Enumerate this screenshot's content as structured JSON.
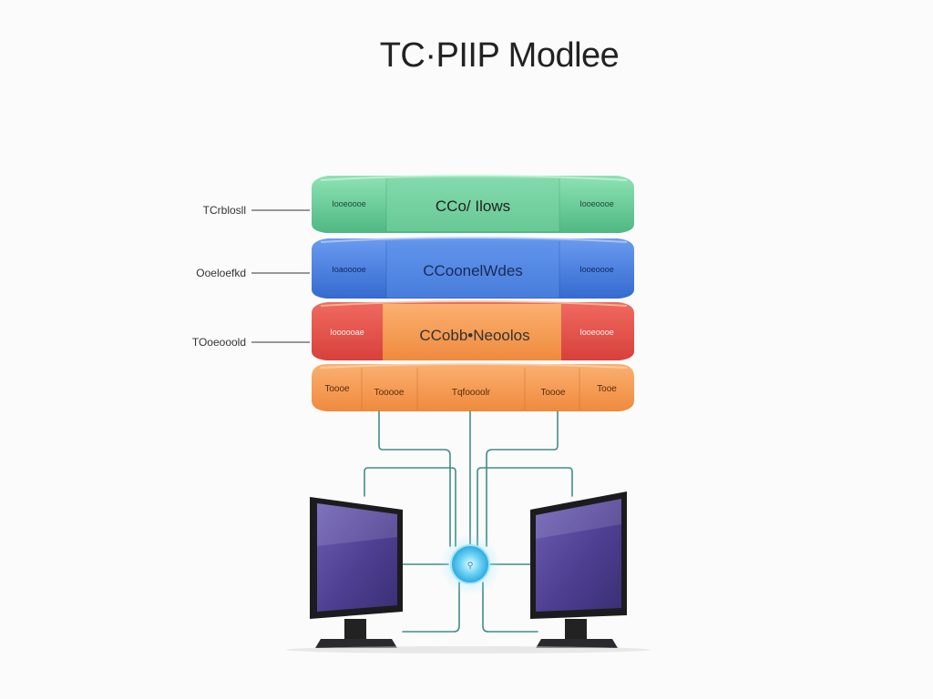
{
  "title": "TC·PIIP Modlee",
  "colors": {
    "green": "#5cc68f",
    "green_light": "#7fd7a8",
    "blue": "#3e74d6",
    "blue_light": "#5a8fe8",
    "red": "#e24c46",
    "orange": "#f3924a",
    "orange_light": "#f7a866",
    "monitor_screen": "#5b4b9e",
    "hub": "#58c8f0",
    "wire": "#3f8f88"
  },
  "layers": [
    {
      "id": "application",
      "side_label": "TCrblosll",
      "center_label": "CCo/ Ilows",
      "left_tag": "Iooeoooe",
      "right_tag": "Iooeoooe"
    },
    {
      "id": "transport",
      "side_label": "Ooeloefkd",
      "center_label": "CCoonelWdes",
      "left_tag": "Ioaooooe",
      "right_tag": "Iooeoooe"
    },
    {
      "id": "internet",
      "side_label": "TOoeooold",
      "center_label": "CCobb•Neoolos",
      "left_tag": "Ioooooae",
      "right_tag": "Iooeoooe"
    },
    {
      "id": "link",
      "side_label": "",
      "segments": [
        "Toooe",
        "Tooooe",
        "Tqfoooolr",
        "Toooe",
        "Tooe"
      ]
    }
  ]
}
